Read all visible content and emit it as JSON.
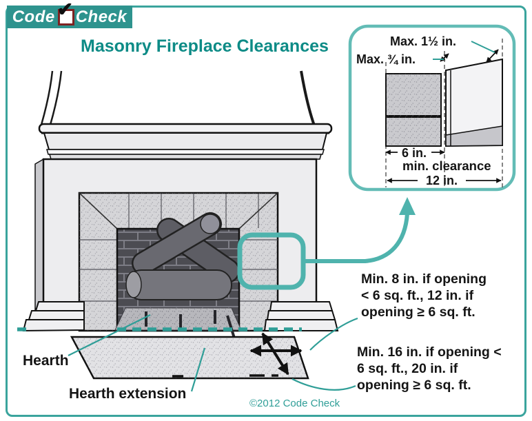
{
  "logo": {
    "word1": "Code",
    "word2": "Check",
    "check_glyph": "✔"
  },
  "title": "Masonry Fireplace Clearances",
  "inset": {
    "max_top": "Max. 1½ in.",
    "max_left": "Max. ¾ in.",
    "dim_width": "6 in.",
    "dim_width_caption": "min. clearance",
    "dim_total": "12 in."
  },
  "labels": {
    "hearth": "Hearth",
    "hearth_extension": "Hearth extension"
  },
  "annotations": {
    "extension_front": {
      "lines": [
        "Min. 8 in. if opening",
        "< 6 sq. ft., 12 in. if",
        "opening ≥ 6 sq. ft."
      ]
    },
    "extension_side": {
      "lines": [
        "Min. 16 in. if opening <",
        "6 sq. ft., 20 in. if",
        "opening ≥ 6 sq. ft."
      ]
    }
  },
  "footer": {
    "copyright": "©2012 Code Check"
  },
  "colors": {
    "teal": "#2F9E97",
    "teal_soft": "#5FB8B2",
    "title_teal": "#0D8B86",
    "logo_background": "#2E938E",
    "checkbox_border": "#7E2222",
    "outline_black": "#1a1a1a"
  }
}
